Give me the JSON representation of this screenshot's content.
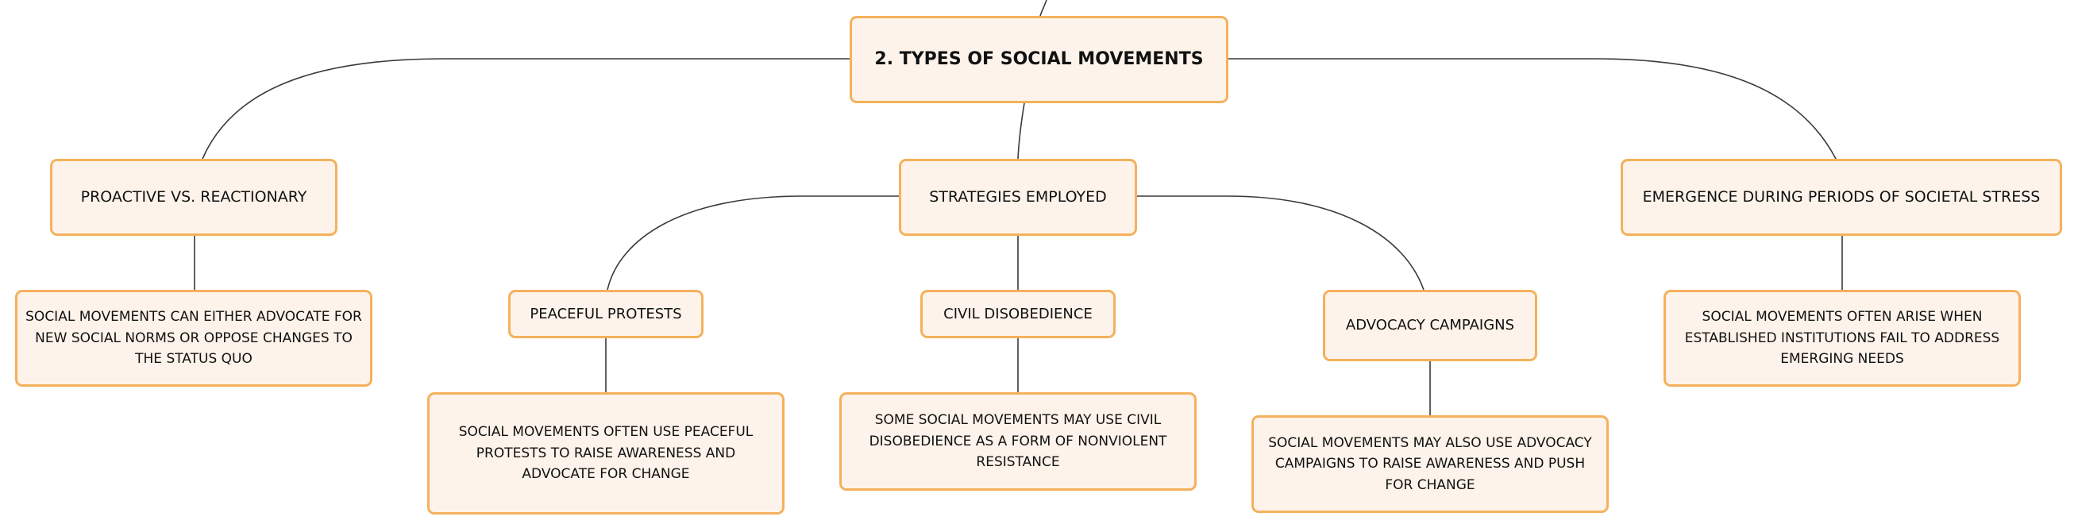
{
  "diagram": {
    "root": {
      "label": "2. TYPES OF SOCIAL MOVEMENTS"
    },
    "branches": [
      {
        "label": "PROACTIVE VS. REACTIONARY",
        "detail": "SOCIAL MOVEMENTS CAN EITHER ADVOCATE FOR NEW SOCIAL NORMS OR OPPOSE CHANGES TO THE STATUS QUO"
      },
      {
        "label": "STRATEGIES EMPLOYED",
        "children": [
          {
            "label": "PEACEFUL PROTESTS",
            "detail": "SOCIAL MOVEMENTS OFTEN USE PEACEFUL PROTESTS TO RAISE AWARENESS AND ADVOCATE FOR CHANGE"
          },
          {
            "label": "CIVIL DISOBEDIENCE",
            "detail": "SOME SOCIAL MOVEMENTS MAY USE CIVIL DISOBEDIENCE AS A FORM OF NONVIOLENT RESISTANCE"
          },
          {
            "label": "ADVOCACY CAMPAIGNS",
            "detail": "SOCIAL MOVEMENTS MAY ALSO USE ADVOCACY CAMPAIGNS TO RAISE AWARENESS AND PUSH FOR CHANGE"
          }
        ]
      },
      {
        "label": "EMERGENCE DURING PERIODS OF SOCIETAL STRESS",
        "detail": "SOCIAL MOVEMENTS OFTEN ARISE WHEN ESTABLISHED INSTITUTIONS FAIL TO ADDRESS EMERGING NEEDS"
      }
    ]
  },
  "colors": {
    "node_fill": "#fdf3ea",
    "node_border": "#f4b15c",
    "connector": "#3a3a3a",
    "text": "#111111"
  }
}
